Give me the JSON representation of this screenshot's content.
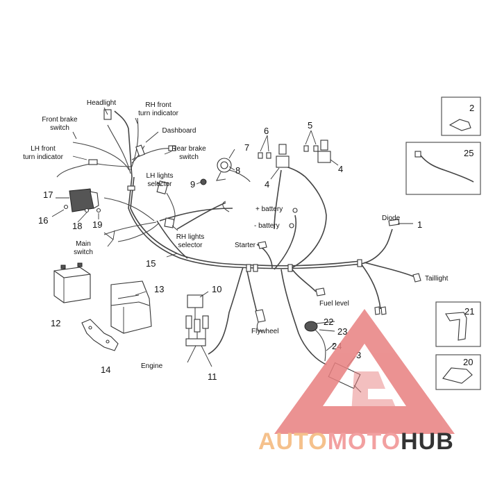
{
  "labels": {
    "headlight": "Headlight",
    "rh_front_turn": [
      "RH front",
      "turn indicator"
    ],
    "front_brake": [
      "Front brake",
      "switch"
    ],
    "dashboard": "Dashboard",
    "rear_brake": [
      "Rear brake",
      "switch"
    ],
    "lh_front_turn": [
      "LH front",
      "turn indicator"
    ],
    "lh_lights": [
      "LH lights",
      "selector"
    ],
    "rh_lights": [
      "RH lights",
      "selector"
    ],
    "main_switch": [
      "Main",
      "switch"
    ],
    "plus_battery": "+ battery",
    "minus_battery": "- battery",
    "starter": "Starter",
    "diode": "Diode",
    "taillight": "Taillight",
    "fuel_level": "Fuel level",
    "flywheel": "Flywheel",
    "engine": "Engine"
  },
  "numbers": {
    "n1": "1",
    "n2": "2",
    "n3": "3",
    "n4a": "4",
    "n4b": "4",
    "n5": "5",
    "n6": "6",
    "n7": "7",
    "n8": "8",
    "n9": "9",
    "n10": "10",
    "n11": "11",
    "n12": "12",
    "n13": "13",
    "n14": "14",
    "n15": "15",
    "n16": "16",
    "n17": "17",
    "n18": "18",
    "n19": "19",
    "n20": "20",
    "n21": "21",
    "n22": "22",
    "n23": "23",
    "n24": "24",
    "n25": "25"
  },
  "watermark": {
    "part1": "AUTO",
    "part2": "MOTO",
    "part3": "HUB",
    "color1": "#f5c18c",
    "color2": "#f2a0a0",
    "color3": "#333333",
    "triangle_color": "#e88080"
  }
}
